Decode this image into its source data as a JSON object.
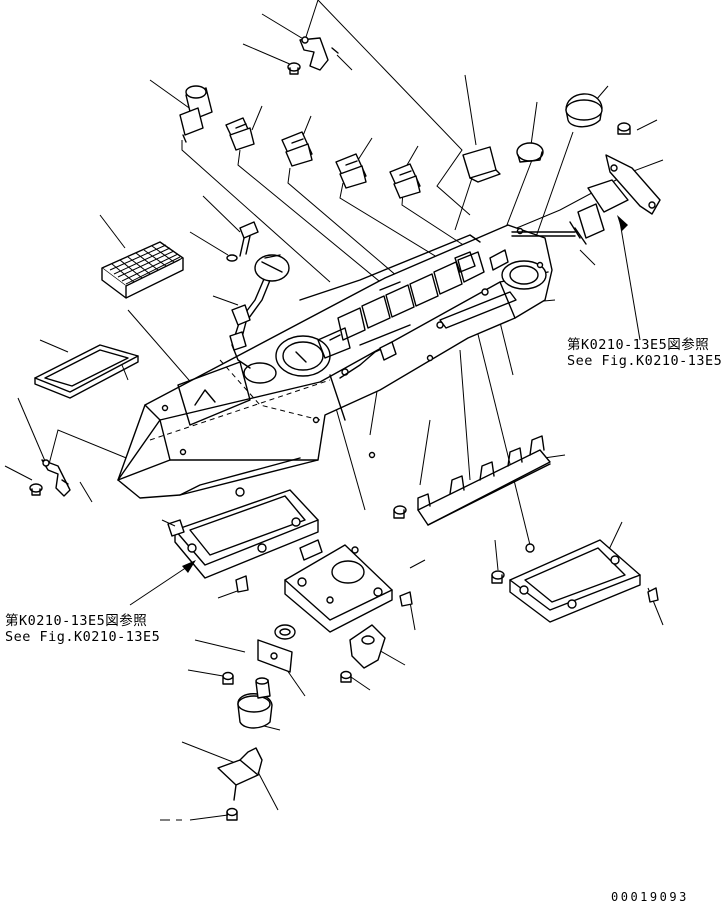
{
  "references": {
    "right": {
      "jp": "第K0210-13E5図参照",
      "en": "See Fig.K0210-13E5"
    },
    "left": {
      "jp": "第K0210-13E5図参照",
      "en": "See Fig.K0210-13E5"
    }
  },
  "drawing_code": "00019093"
}
